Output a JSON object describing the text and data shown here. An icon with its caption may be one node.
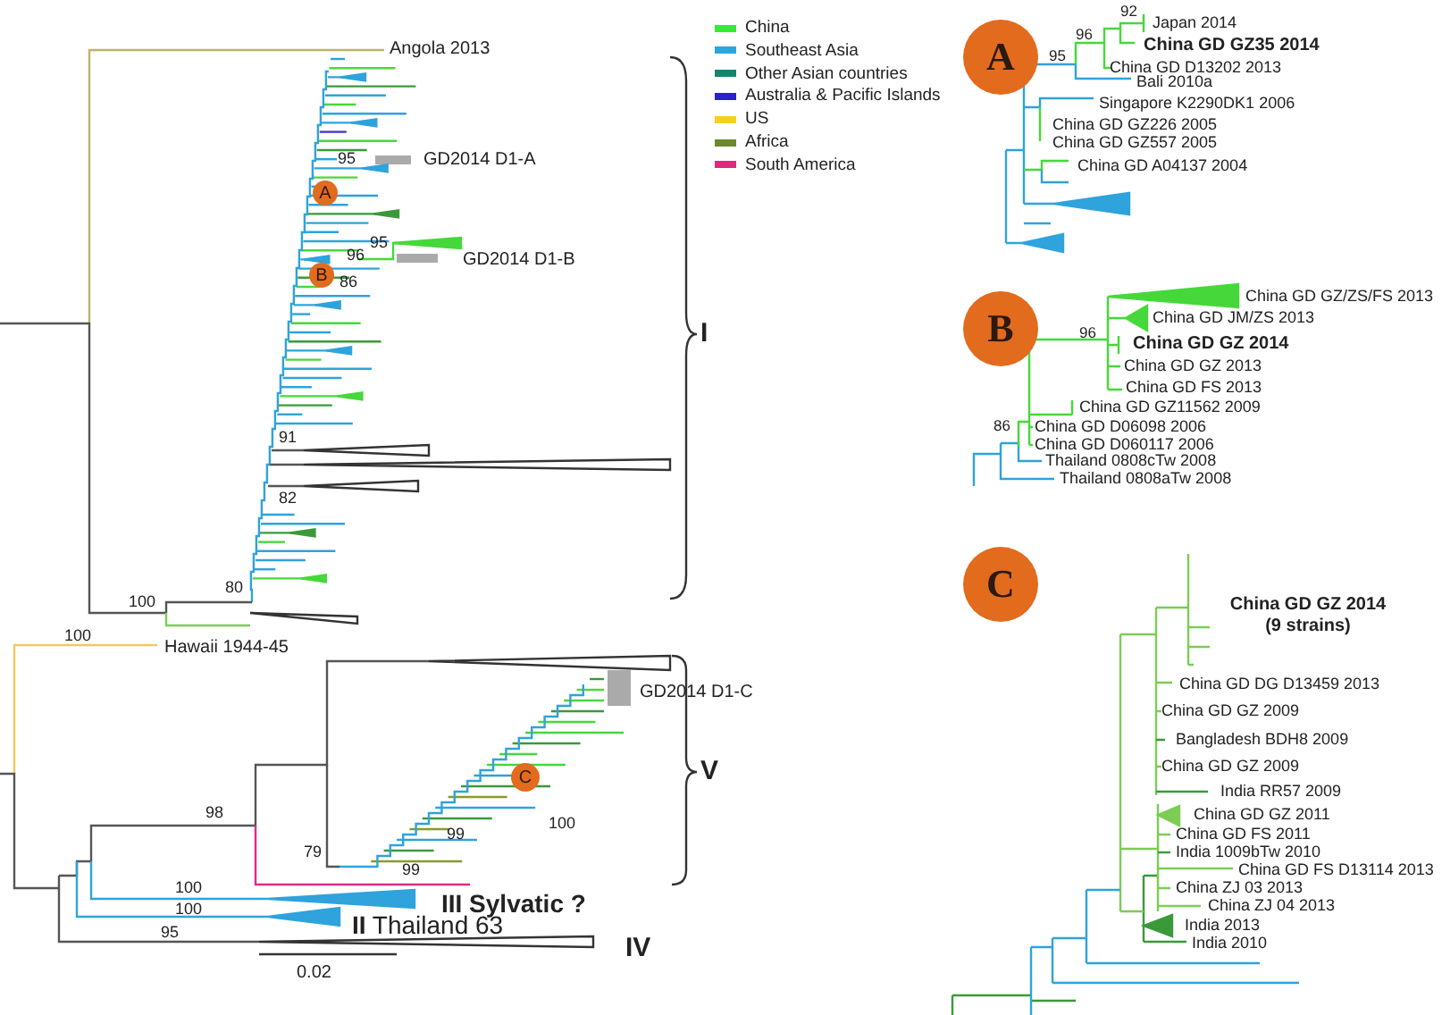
{
  "diagram": {
    "nodes": [
      {
        "text": [
          "A"
        ]
      },
      {
        "text": [
          "B"
        ]
      },
      {
        "text": [
          "C"
        ]
      },
      {
        "text": [
          "A"
        ]
      },
      {
        "text": [
          "B"
        ]
      },
      {
        "text": [
          "C"
        ]
      }
    ],
    "labels": [
      "Angola 2013",
      "95",
      "GD2014 D1-A",
      "95",
      "96",
      "GD2014 D1-B",
      "86",
      "I",
      "91",
      "82",
      "80",
      "100",
      "100",
      "Hawaii 1944-45",
      "GD2014 D1-C",
      "V",
      "98",
      "100",
      "99",
      "79",
      "99",
      "100",
      "III Sylvatic ?",
      "100",
      "**II** Thailand 63",
      "95",
      "IV",
      "0.02",
      "92",
      "Japan 2014",
      "96",
      "China GD GZ35 2014",
      "95",
      "China GD D13202 2013",
      "Bali 2010a",
      "Singapore K2290DK1 2006",
      "China GD GZ226 2005",
      "China GD GZ557 2005",
      "China GD A04137 2004",
      "China GD GZ/ZS/FS 2013",
      "China GD JM/ZS 2013",
      "96",
      "China GD GZ 2014",
      "China GD GZ 2013",
      "China GD FS 2013",
      "China GD GZ11562 2009",
      "86",
      "China GD D06098 2006",
      "China GD D060117 2006",
      "Thailand 0808cTw 2008",
      "Thailand 0808aTw 2008",
      "China GD GZ 2014 (9 strains)",
      "China GD DG D13459 2013",
      "China GD GZ 2009",
      "Bangladesh BDH8 2009",
      "China GD GZ 2009",
      "India RR57 2009",
      "China GD GZ 2011",
      "China GD FS 2011",
      "India 1009bTw 2010",
      "China GD FS D13114 2013",
      "China ZJ 03 2013",
      "China ZJ 04 2013",
      "India 2013",
      "India 2010"
    ],
    "legend": [
      {
        "text": "China",
        "color": "#39e639"
      },
      {
        "text": "Southeast Asia",
        "color": "#2aa6de"
      },
      {
        "text": "Other Asian countries",
        "color": "#16846c"
      },
      {
        "text": "Australia & Pacific Islands",
        "color": "#2a22c8"
      },
      {
        "text": "US",
        "color": "#f7cf1c"
      },
      {
        "text": "Africa",
        "color": "#6b8a2c"
      },
      {
        "text": "South America",
        "color": "#e2287f"
      }
    ]
  }
}
